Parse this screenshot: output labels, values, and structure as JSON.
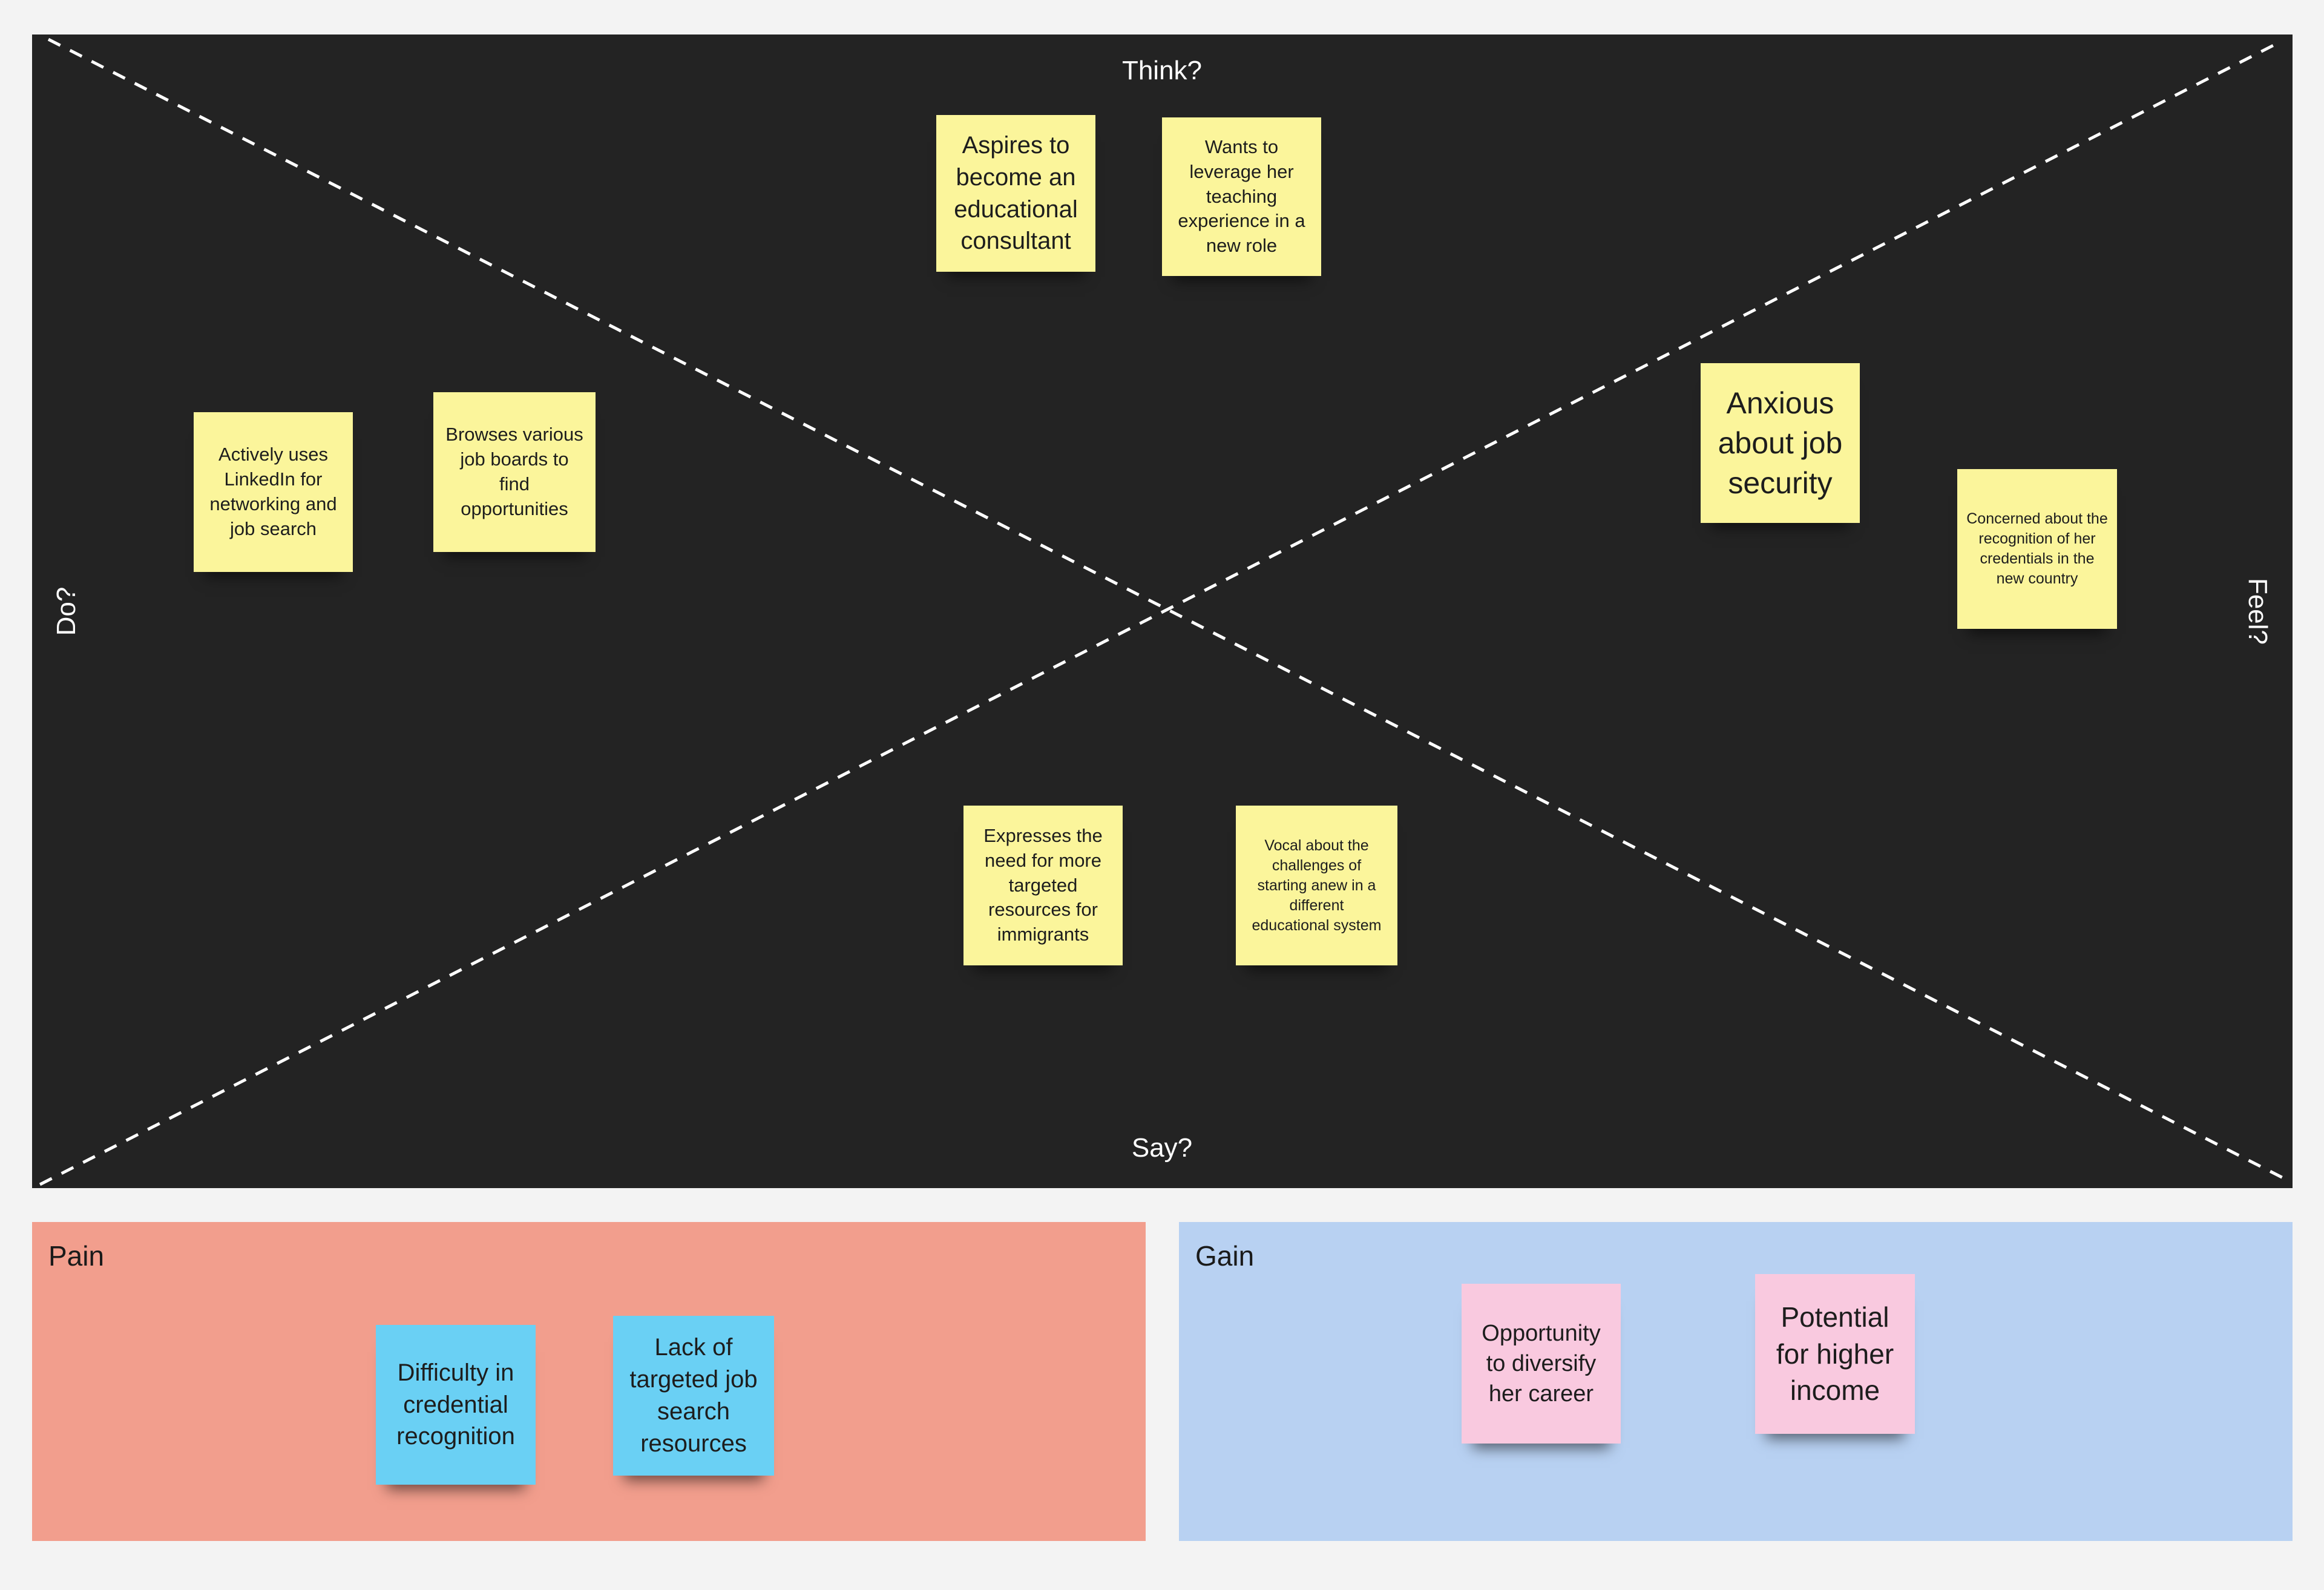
{
  "board": {
    "think_label": "Think?",
    "say_label": "Say?",
    "do_label": "Do?",
    "feel_label": "Feel?",
    "notes": {
      "think_1": "Aspires to become an educational consultant",
      "think_2": "Wants to leverage her teaching experience in a new role",
      "do_1": "Actively uses LinkedIn for networking and job search",
      "do_2": "Browses various job boards to find opportunities",
      "feel_1": "Anxious about job security",
      "feel_2": "Concerned about the recognition of her credentials in the new country",
      "say_1": "Expresses the need for more targeted resources for immigrants",
      "say_2": "Vocal about the challenges of starting anew in a different educational system"
    }
  },
  "pain": {
    "title": "Pain",
    "notes": {
      "p1": "Difficulty in credential recognition",
      "p2": "Lack of targeted job search resources"
    }
  },
  "gain": {
    "title": "Gain",
    "notes": {
      "g1": "Opportunity to diversify her career",
      "g2": "Potential for higher income"
    }
  },
  "colors": {
    "board_background": "#232323",
    "sticky_yellow": "#fbf59b",
    "sticky_blue": "#6ad0f4",
    "sticky_pink": "#f9c9df",
    "pain_panel": "#f29e8d",
    "gain_panel": "#b8d1f2"
  }
}
